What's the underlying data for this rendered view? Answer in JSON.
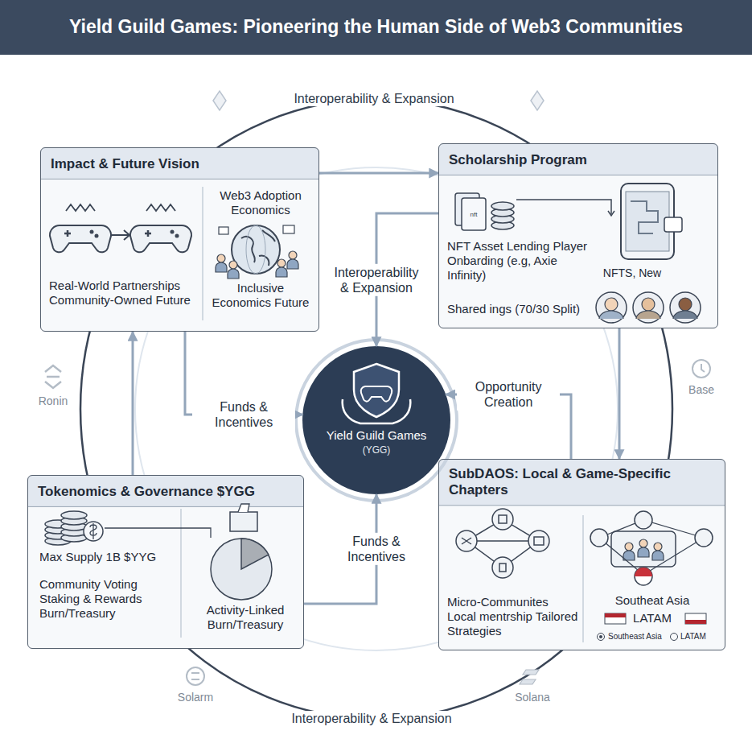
{
  "diagram": {
    "title": "Yield Guild Games: Pioneering the Human Side of Web3 Communities",
    "nodes": [
      {
        "text": [
          "Impact & Future Vision",
          "Web3 Adoption Economics",
          "Real-World Partnerships Community-Owned Future",
          "Inclusive Economics Future"
        ]
      },
      {
        "text": [
          "Scholarship Program",
          "NFT Asset Lending Player Onbarding (e.g, Axie Infinity)",
          "NFTS, New",
          "Shared ings (70/30 Split)"
        ]
      },
      {
        "text": [
          "Yield Guild Games",
          "(YGG)"
        ]
      },
      {
        "text": [
          "Tokenomics & Governance $YGG",
          "Max Supply 1B $YYG",
          "Community Voting Staking & Rewards Burn/Treasury",
          "Activity-Linked Burn/Treasury"
        ]
      },
      {
        "text": [
          "SubDAOS: Local & Game-Specific Chapters",
          "Micro-Communites Local mentrship Tailored Strategies",
          "Southeat Asia",
          "LATAM",
          "Southeast Asia",
          "LATAM"
        ]
      }
    ],
    "edges": [
      {
        "from": 0,
        "to": 1,
        "arrow": "to"
      },
      {
        "from": 1,
        "to": 2,
        "label": "Interoperability & Expansion",
        "arrow": "to"
      },
      {
        "from": 3,
        "to": 0,
        "arrow": "to"
      },
      {
        "from": 0,
        "to": 2,
        "label": "Funds & Incentives",
        "arrow": "to"
      },
      {
        "from": 4,
        "to": 2,
        "label": "Opportunity Creation",
        "arrow": "to"
      },
      {
        "from": 3,
        "to": 2,
        "label": "Funds & Incentives",
        "arrow": "to"
      },
      {
        "from": 1,
        "to": 4,
        "arrow": "to"
      }
    ],
    "labels": [
      "Interoperability & Expansion",
      "Interoperability & Expansion",
      "Ronin",
      "Base",
      "Solarm",
      "Solana",
      "nft"
    ]
  }
}
